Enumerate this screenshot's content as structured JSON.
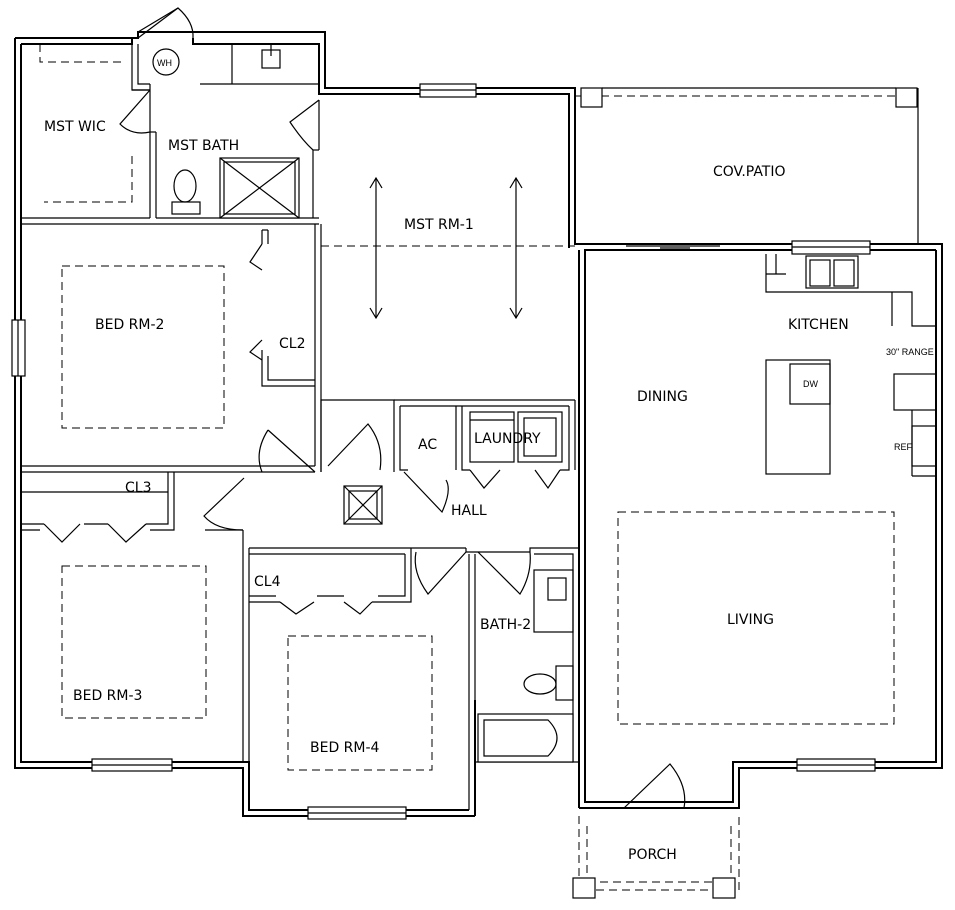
{
  "rooms": {
    "mst_wic": "MST WIC",
    "mst_bath": "MST BATH",
    "mst_rm": "MST RM-1",
    "cov_patio": "COV.PATIO",
    "bed_rm_2": "BED RM-2",
    "cl2": "CL2",
    "kitchen": "KITCHEN",
    "dining": "DINING",
    "ac": "AC",
    "laundry": "LAUNDRY",
    "hall": "HALL",
    "cl3": "CL3",
    "cl4": "CL4",
    "bath_2": "BATH-2",
    "living": "LIVING",
    "bed_rm_3": "BED RM-3",
    "bed_rm_4": "BED RM-4",
    "porch": "PORCH"
  },
  "fixtures": {
    "water_heater": "WH",
    "dishwasher": "DW",
    "range": "30\" RANGE",
    "refrigerator": "REF"
  }
}
